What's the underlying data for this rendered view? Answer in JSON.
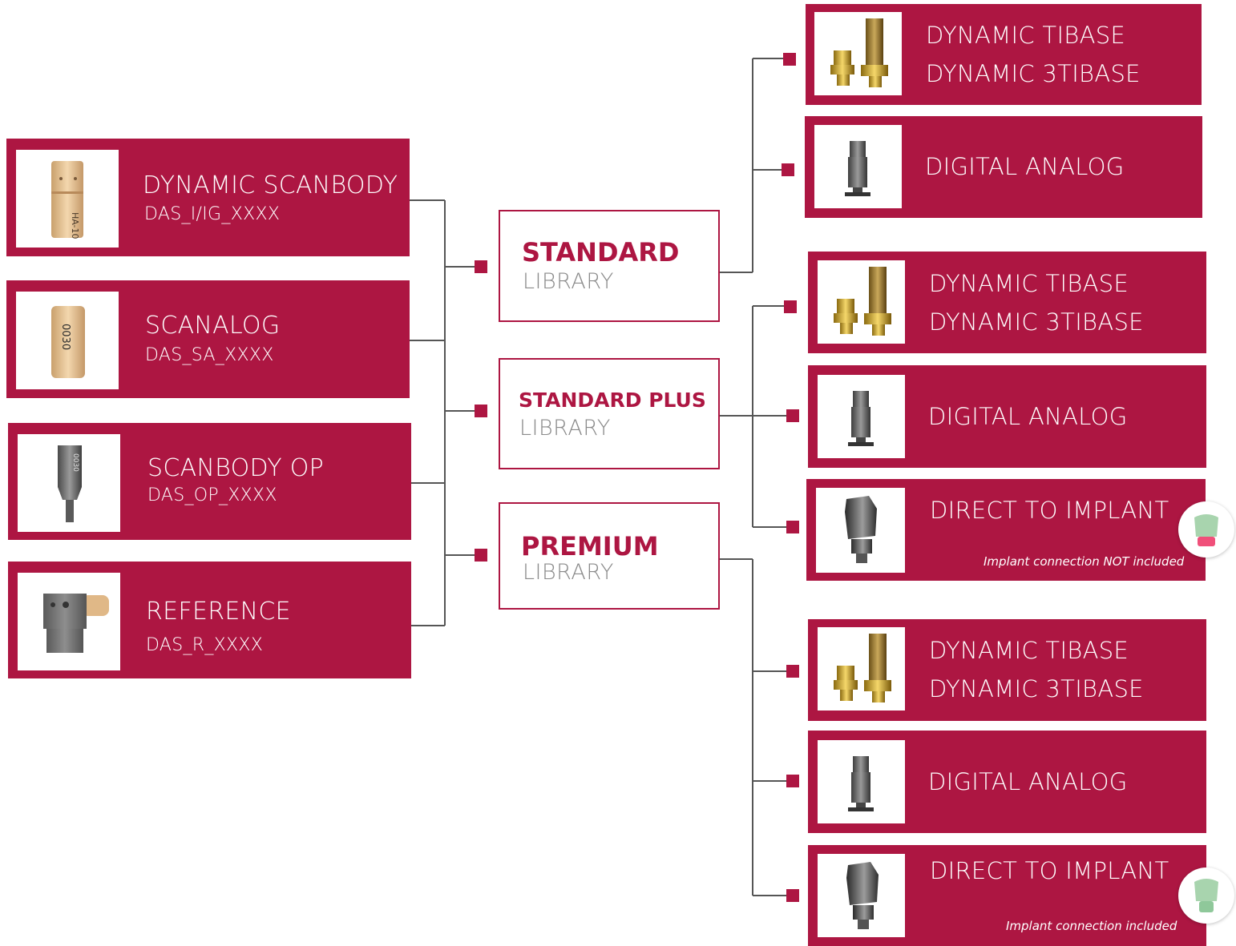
{
  "colors": {
    "brand": "#ad1642",
    "connector": "#555555",
    "library_subtitle": "#8a8a8a"
  },
  "components": [
    {
      "title": "DYNAMIC SCANBODY",
      "code": "DAS_I/IG_XXXX",
      "image": "scanbody-image"
    },
    {
      "title": "SCANALOG",
      "code": "DAS_SA_XXXX",
      "image": "scanalog-image"
    },
    {
      "title": "SCANBODY OP",
      "code": "DAS_OP_XXXX",
      "image": "scanbody-op-image"
    },
    {
      "title": "REFERENCE",
      "code": "DAS_R_XXXX",
      "image": "reference-image"
    }
  ],
  "libraries": [
    {
      "name": "STANDARD",
      "sub": "LIBRARY"
    },
    {
      "name": "STANDARD PLUS",
      "sub": "LIBRARY"
    },
    {
      "name": "PREMIUM",
      "sub": "LIBRARY"
    }
  ],
  "standard_items": [
    {
      "line1": "DYNAMIC TIBASE",
      "line2": "DYNAMIC 3TIBASE",
      "image": "tibase-image"
    },
    {
      "line1": "DIGITAL ANALOG",
      "image": "analog-image"
    }
  ],
  "standard_plus_items": [
    {
      "line1": "DYNAMIC TIBASE",
      "line2": "DYNAMIC 3TIBASE",
      "image": "tibase-image"
    },
    {
      "line1": "DIGITAL ANALOG",
      "image": "analog-image"
    },
    {
      "line1": "DIRECT TO IMPLANT",
      "note": "Implant connection NOT included",
      "image": "abutment-image",
      "badge": "abutment-without-connection-icon"
    }
  ],
  "premium_items": [
    {
      "line1": "DYNAMIC TIBASE",
      "line2": "DYNAMIC 3TIBASE",
      "image": "tibase-image"
    },
    {
      "line1": "DIGITAL ANALOG",
      "image": "analog-image"
    },
    {
      "line1": "DIRECT TO IMPLANT",
      "note": "Implant connection included",
      "image": "abutment-image",
      "badge": "abutment-with-connection-icon"
    }
  ]
}
